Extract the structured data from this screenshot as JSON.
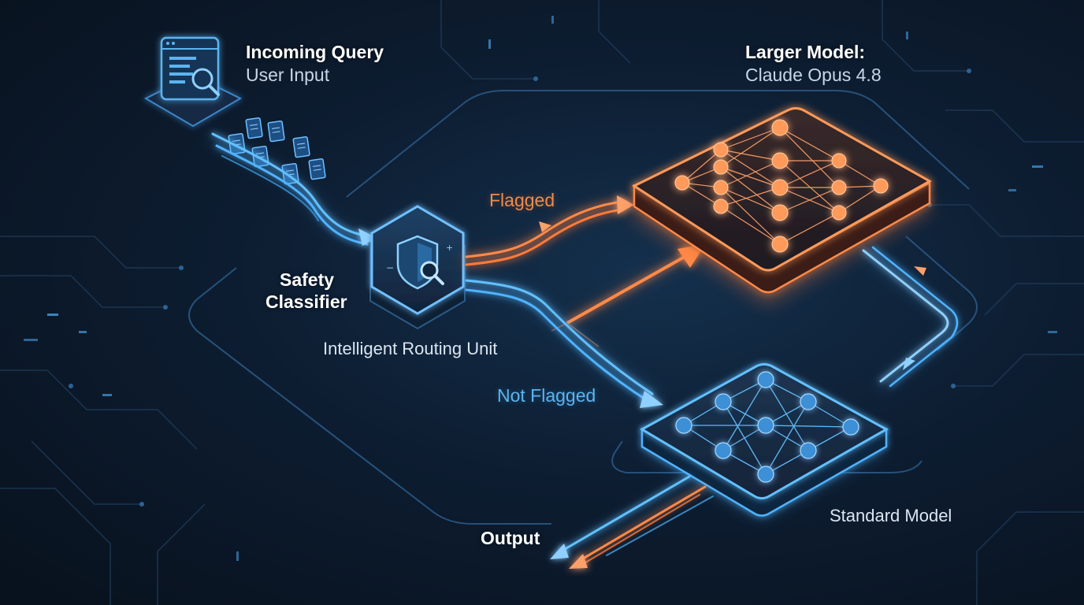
{
  "incoming": {
    "title": "Incoming Query",
    "subtitle": "User Input"
  },
  "larger_model": {
    "title": "Larger Model:",
    "subtitle": "Claude Opus 4.8"
  },
  "classifier": {
    "line1": "Safety",
    "line2": "Classifier",
    "caption": "Intelligent Routing Unit"
  },
  "paths": {
    "flagged": "Flagged",
    "not_flagged": "Not Flagged"
  },
  "standard_model": {
    "title": "Standard Model"
  },
  "output": {
    "label": "Output"
  },
  "colors": {
    "background": "#0b1626",
    "blue_flow": "#4fb3ff",
    "orange_flow": "#ff7a3a",
    "blue_model": "#3d7fc7",
    "orange_model": "#ff8a4a"
  },
  "icons": [
    "document-search-icon",
    "document-icon",
    "shield-search-icon",
    "neural-network-icon"
  ]
}
